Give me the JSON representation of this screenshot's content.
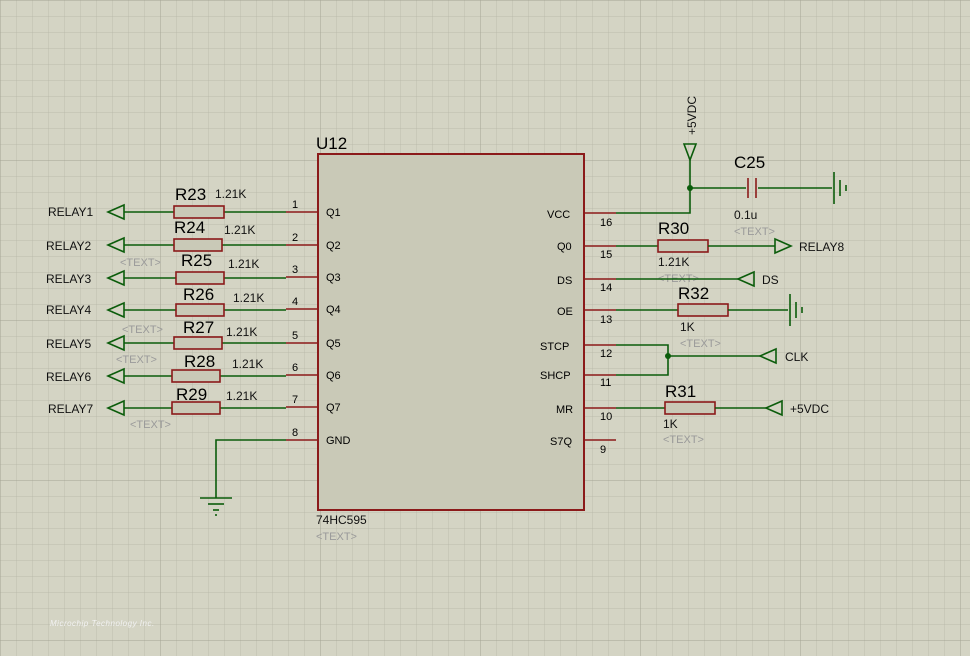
{
  "chip": {
    "ref": "U12",
    "part": "74HC595",
    "text": "<TEXT>",
    "left_pins": [
      {
        "num": "1",
        "name": "Q1"
      },
      {
        "num": "2",
        "name": "Q2"
      },
      {
        "num": "3",
        "name": "Q3"
      },
      {
        "num": "4",
        "name": "Q4"
      },
      {
        "num": "5",
        "name": "Q5"
      },
      {
        "num": "6",
        "name": "Q6"
      },
      {
        "num": "7",
        "name": "Q7"
      },
      {
        "num": "8",
        "name": "GND"
      }
    ],
    "right_pins": [
      {
        "num": "16",
        "name": "VCC"
      },
      {
        "num": "15",
        "name": "Q0"
      },
      {
        "num": "14",
        "name": "DS"
      },
      {
        "num": "13",
        "name": "OE"
      },
      {
        "num": "12",
        "name": "STCP"
      },
      {
        "num": "11",
        "name": "SHCP"
      },
      {
        "num": "10",
        "name": "MR"
      },
      {
        "num": "9",
        "name": "S7Q"
      }
    ]
  },
  "left_resistors": [
    {
      "ref": "R23",
      "value": "1.21K",
      "net": "RELAY1",
      "text": ""
    },
    {
      "ref": "R24",
      "value": "1.21K",
      "net": "RELAY2",
      "text": "<TEXT>"
    },
    {
      "ref": "R25",
      "value": "1.21K",
      "net": "RELAY3",
      "text": ""
    },
    {
      "ref": "R26",
      "value": "1.21K",
      "net": "RELAY4",
      "text": "<TEXT>"
    },
    {
      "ref": "R27",
      "value": "1.21K",
      "net": "RELAY5",
      "text": "<TEXT>"
    },
    {
      "ref": "R28",
      "value": "1.21K",
      "net": "RELAY6",
      "text": ""
    },
    {
      "ref": "R29",
      "value": "1.21K",
      "net": "RELAY7",
      "text": "<TEXT>"
    }
  ],
  "right_parts": {
    "power": "+5VDC",
    "c25": {
      "ref": "C25",
      "value": "0.1u",
      "text": "<TEXT>"
    },
    "r30": {
      "ref": "R30",
      "value": "1.21K",
      "text": "<TEXT>",
      "net": "RELAY8"
    },
    "ds_net": "DS",
    "r32": {
      "ref": "R32",
      "value": "1K",
      "text": "<TEXT>"
    },
    "clk_net": "CLK",
    "r31": {
      "ref": "R31",
      "value": "1K",
      "text": "<TEXT>",
      "net": "+5VDC"
    }
  },
  "watermark": "Microchip Technology Inc."
}
